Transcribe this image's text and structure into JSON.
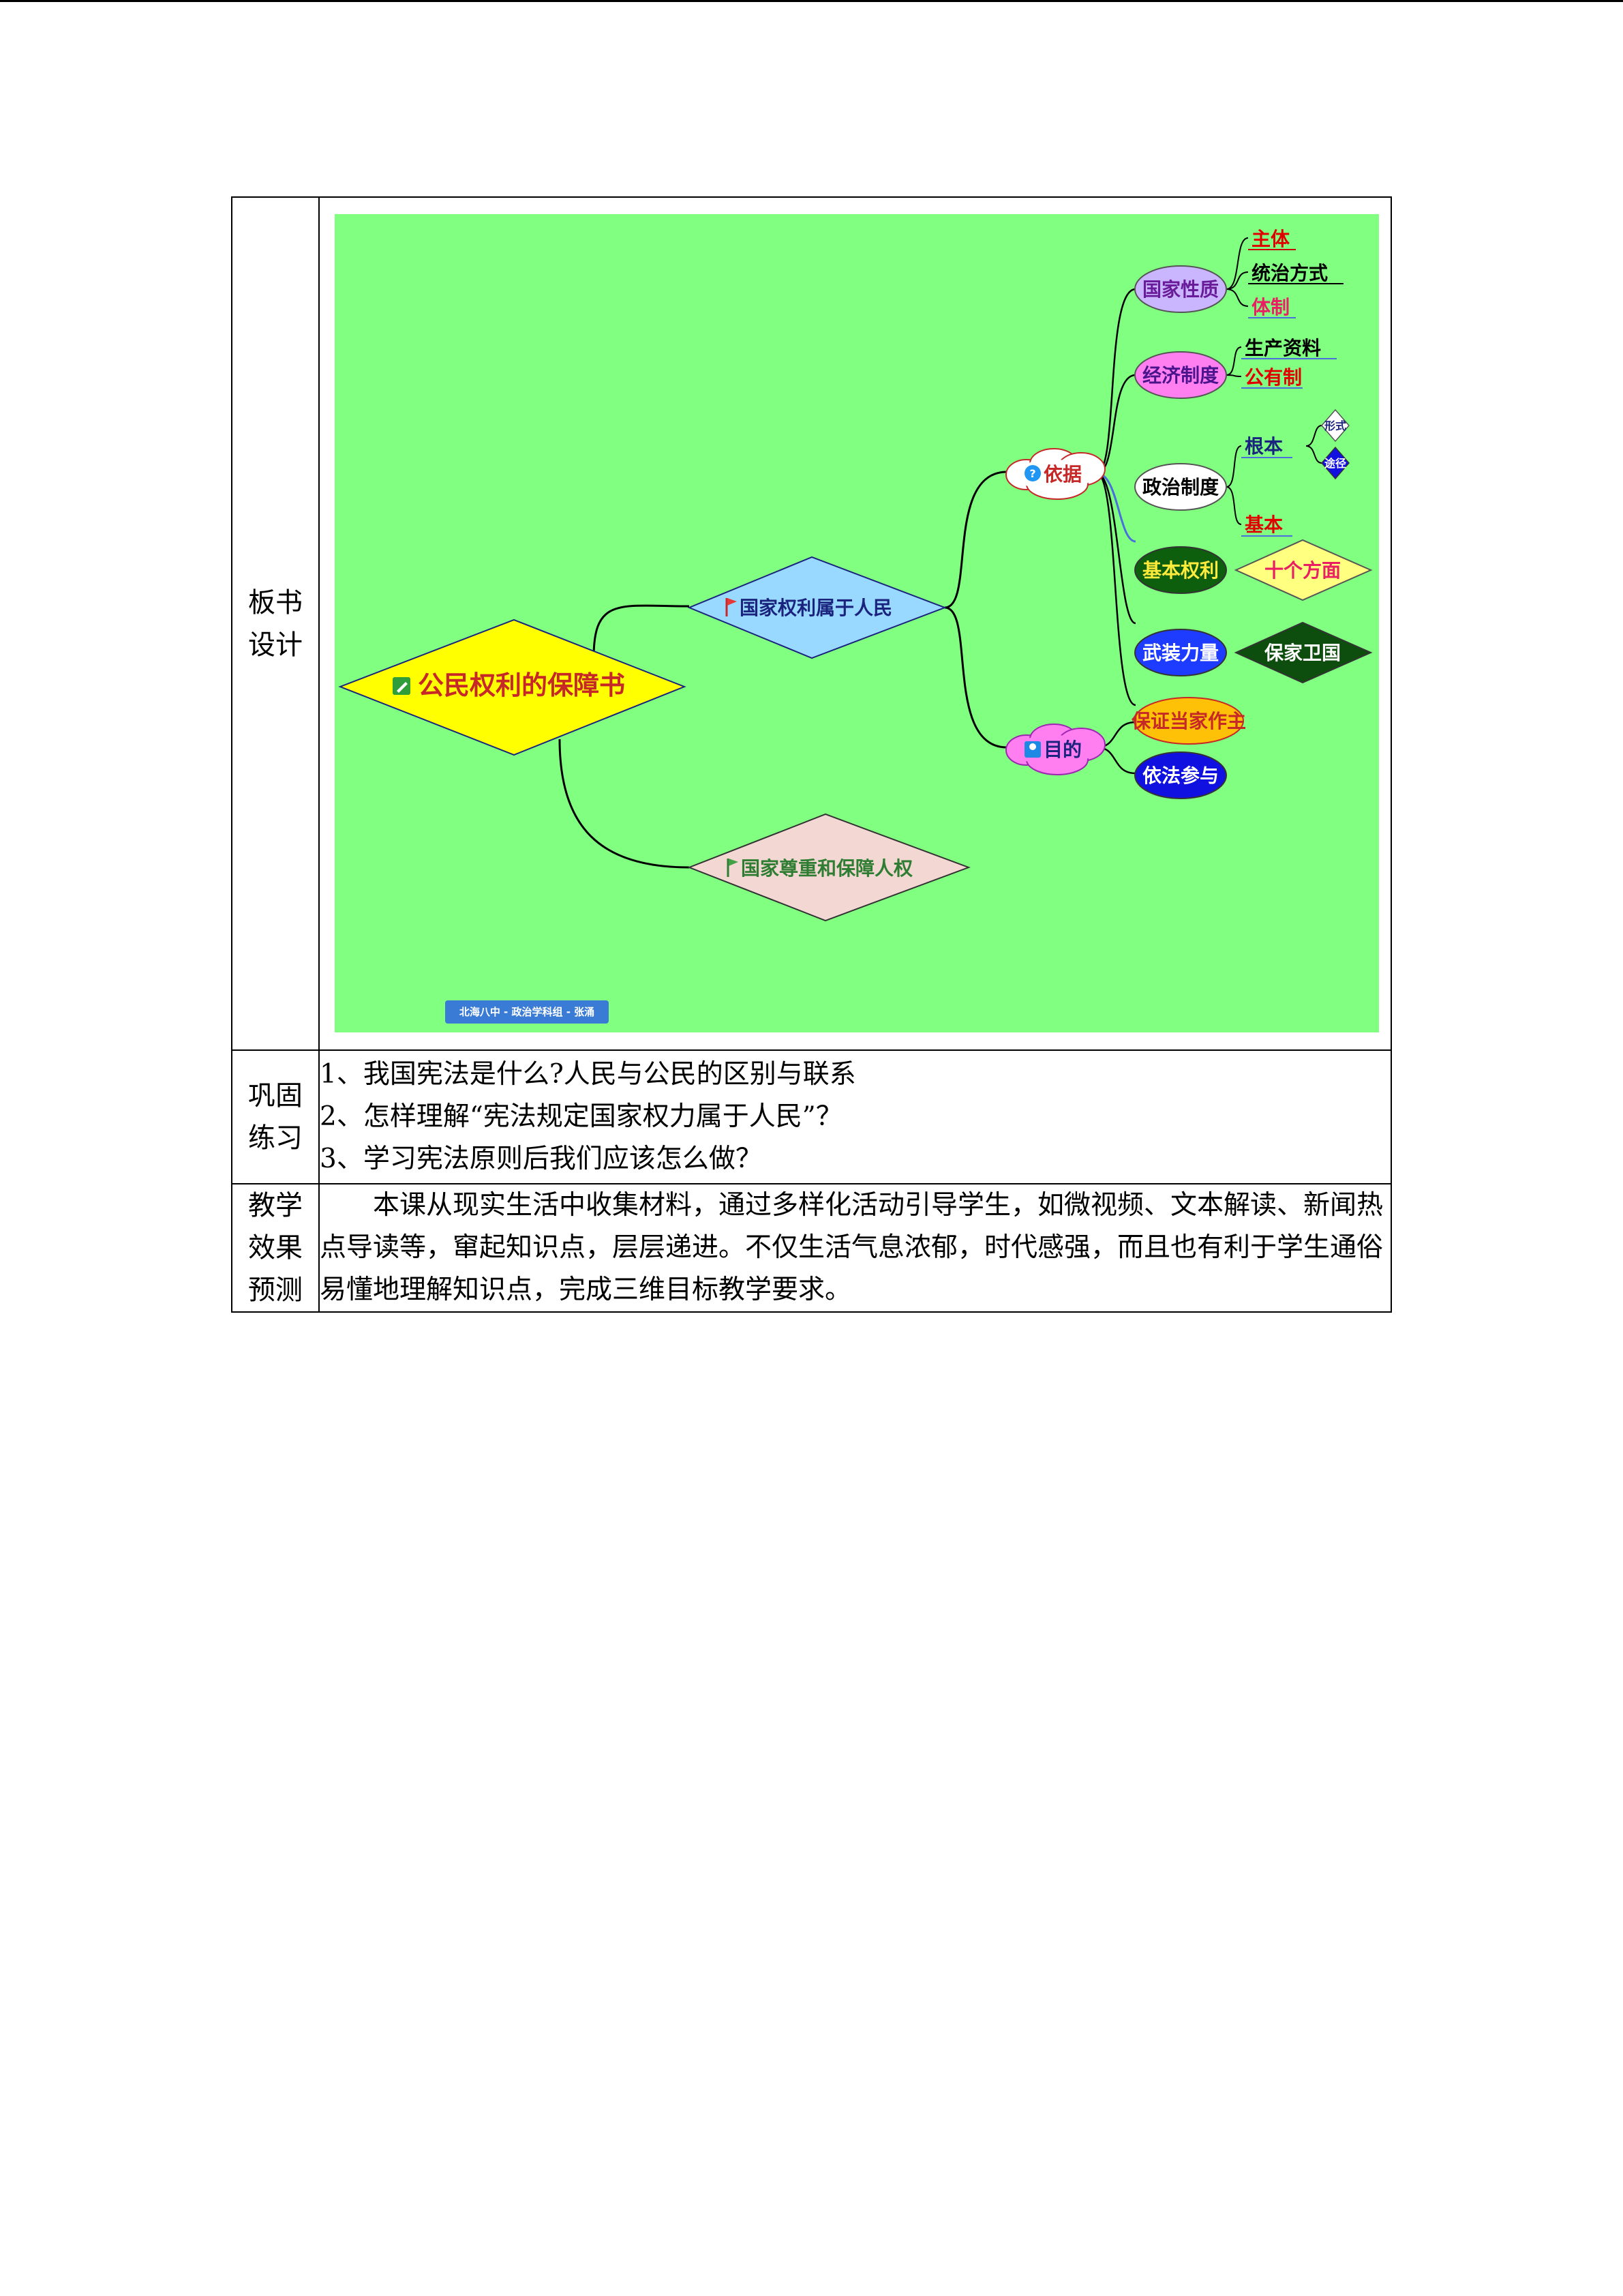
{
  "rows": {
    "board_label": "板书设计",
    "board_label_parts": [
      "板书",
      "设计"
    ],
    "practice_label_parts": [
      "巩固",
      "练习"
    ],
    "practice_items": [
      "1、我国宪法是什么?人民与公民的区别与联系",
      "2、怎样理解“宪法规定国家权力属于人民”？",
      "3、学习宪法原则后我们应该怎么做？"
    ],
    "effect_label_parts": [
      "教学",
      "效果",
      "预测"
    ],
    "effect_text": "本课从现实生活中收集材料，通过多样化活动引导学生，如微视频、文本解读、新闻热点导读等，窜起知识点，层层递进。不仅生活气息浓郁，时代感强，而且也有利于学生通俗易懂地理解知识点，完成三维目标教学要求。"
  },
  "mindmap": {
    "background": "#80ff80",
    "root": "公民权利的保障书",
    "branch1": "国家权利属于人民",
    "branch2": "国家尊重和保障人权",
    "basis": "依据",
    "purpose": "目的",
    "nature": "国家性质",
    "nature_leaves": [
      "主体",
      "统治方式",
      "体制"
    ],
    "economy": "经济制度",
    "economy_leaves": [
      "生产资料",
      "公有制"
    ],
    "politics": "政治制度",
    "politics_fundamental": "根本",
    "politics_basic": "基本",
    "politics_sub": [
      "形式",
      "途径"
    ],
    "rights": "基本权利",
    "rights_leaf": "十个方面",
    "army": "武装力量",
    "army_leaf": "保家卫国",
    "purpose_items": [
      "保证当家作主",
      "依法参与"
    ],
    "credit": "北海八中 - 政治学科组 - 张涌"
  }
}
